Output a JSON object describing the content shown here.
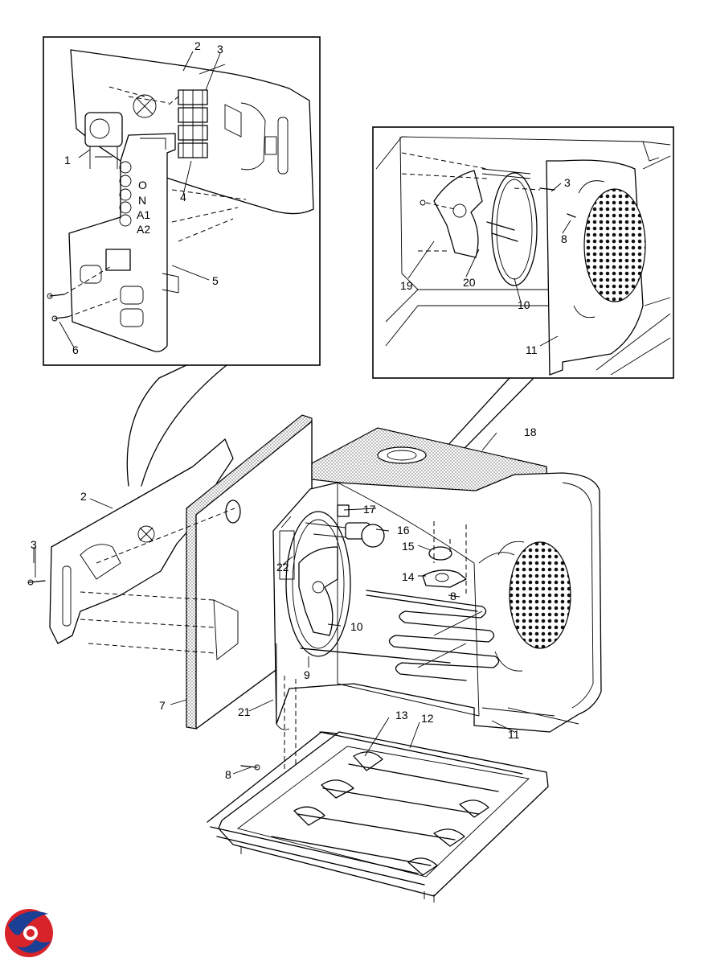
{
  "diagram": {
    "callouts": [
      "1",
      "2",
      "3",
      "4",
      "5",
      "6",
      "7",
      "8",
      "9",
      "10",
      "11",
      "12",
      "13",
      "14",
      "15",
      "16",
      "17",
      "18",
      "19",
      "20",
      "21",
      "22"
    ],
    "control_panel_marks": [
      "N",
      "A1",
      "A2"
    ]
  },
  "colors": {
    "line": "#000000",
    "background": "#ffffff",
    "logo_red": "#d8232a",
    "logo_blue": "#1b3f94"
  }
}
